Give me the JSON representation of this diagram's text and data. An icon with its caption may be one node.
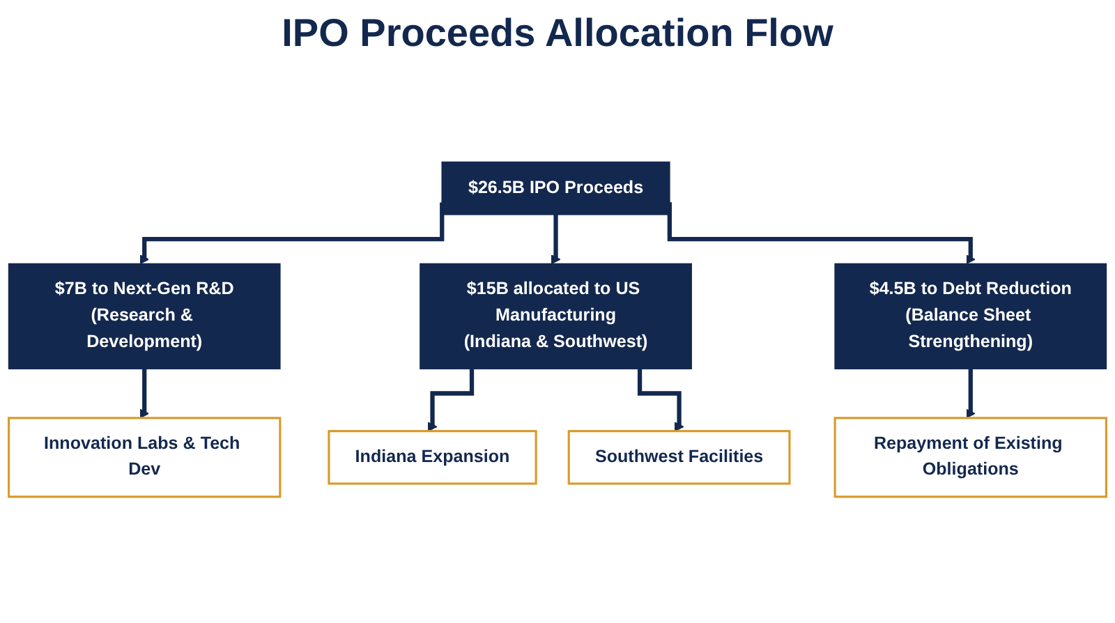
{
  "diagram": {
    "title": "IPO Proceeds Allocation Flow",
    "nodes": [
      {
        "text": [
          "$26.5B IPO Proceeds"
        ]
      },
      {
        "text": [
          "$7B to Next-Gen R&D",
          "(Research & Development)"
        ]
      },
      {
        "text": [
          "$15B allocated to US Manufacturing",
          "(Indiana & Southwest)"
        ]
      },
      {
        "text": [
          "$4.5B to Debt Reduction",
          "(Balance Sheet Strengthening)"
        ]
      },
      {
        "text": [
          "Innovation Labs & Tech Dev"
        ]
      },
      {
        "text": [
          "Indiana Expansion"
        ]
      },
      {
        "text": [
          "Southwest Facilities"
        ]
      },
      {
        "text": [
          "Repayment of Existing Obligations"
        ]
      }
    ],
    "edges": [
      {
        "from": 0,
        "to": 1,
        "arrow": "to"
      },
      {
        "from": 0,
        "to": 2,
        "arrow": "to"
      },
      {
        "from": 0,
        "to": 3,
        "arrow": "to"
      },
      {
        "from": 1,
        "to": 4,
        "arrow": "to"
      },
      {
        "from": 2,
        "to": 5,
        "arrow": "to"
      },
      {
        "from": 2,
        "to": 6,
        "arrow": "to"
      },
      {
        "from": 3,
        "to": 7,
        "arrow": "to"
      }
    ]
  }
}
